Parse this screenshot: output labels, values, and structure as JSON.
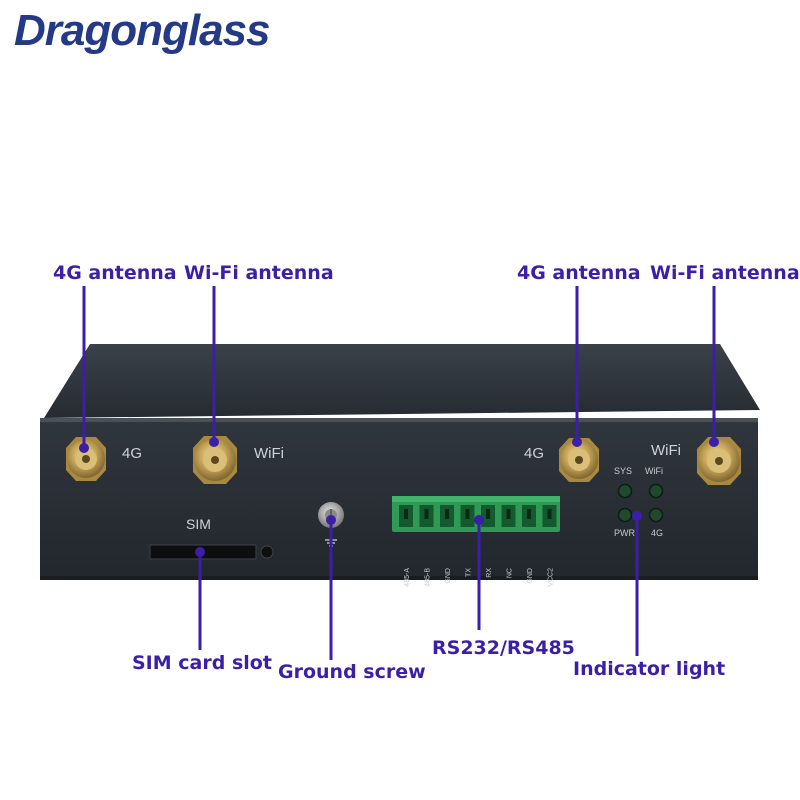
{
  "brand": "Dragonglass",
  "callouts": {
    "left_4g_antenna": "4G antenna",
    "left_wifi_antenna": "Wi-Fi antenna",
    "right_4g_antenna": "4G antenna",
    "right_wifi_antenna": "Wi-Fi antenna",
    "sim_card_slot": "SIM card slot",
    "ground_screw": "Ground screw",
    "rs232_rs485": "RS232/RS485",
    "indicator_light": "Indicator light"
  },
  "panel_labels": {
    "left_4g": "4G",
    "left_wifi": "WiFi",
    "right_4g": "4G",
    "right_wifi": "WiFi",
    "sim": "SIM",
    "led_sys": "SYS",
    "led_wifi": "WiFi",
    "led_pwr": "PWR",
    "led_4g": "4G"
  },
  "terminal_pins": [
    "485-A",
    "485-B",
    "GND",
    "TX",
    "RX",
    "NC",
    "GND",
    "VCC2"
  ],
  "colors": {
    "brand": "#243a86",
    "callout_text": "#3b1fa8",
    "callout_line": "#3b1fa8",
    "device_body": "#2b3138",
    "terminal_block": "#2f9a55",
    "led_off": "#1f4a2c"
  }
}
